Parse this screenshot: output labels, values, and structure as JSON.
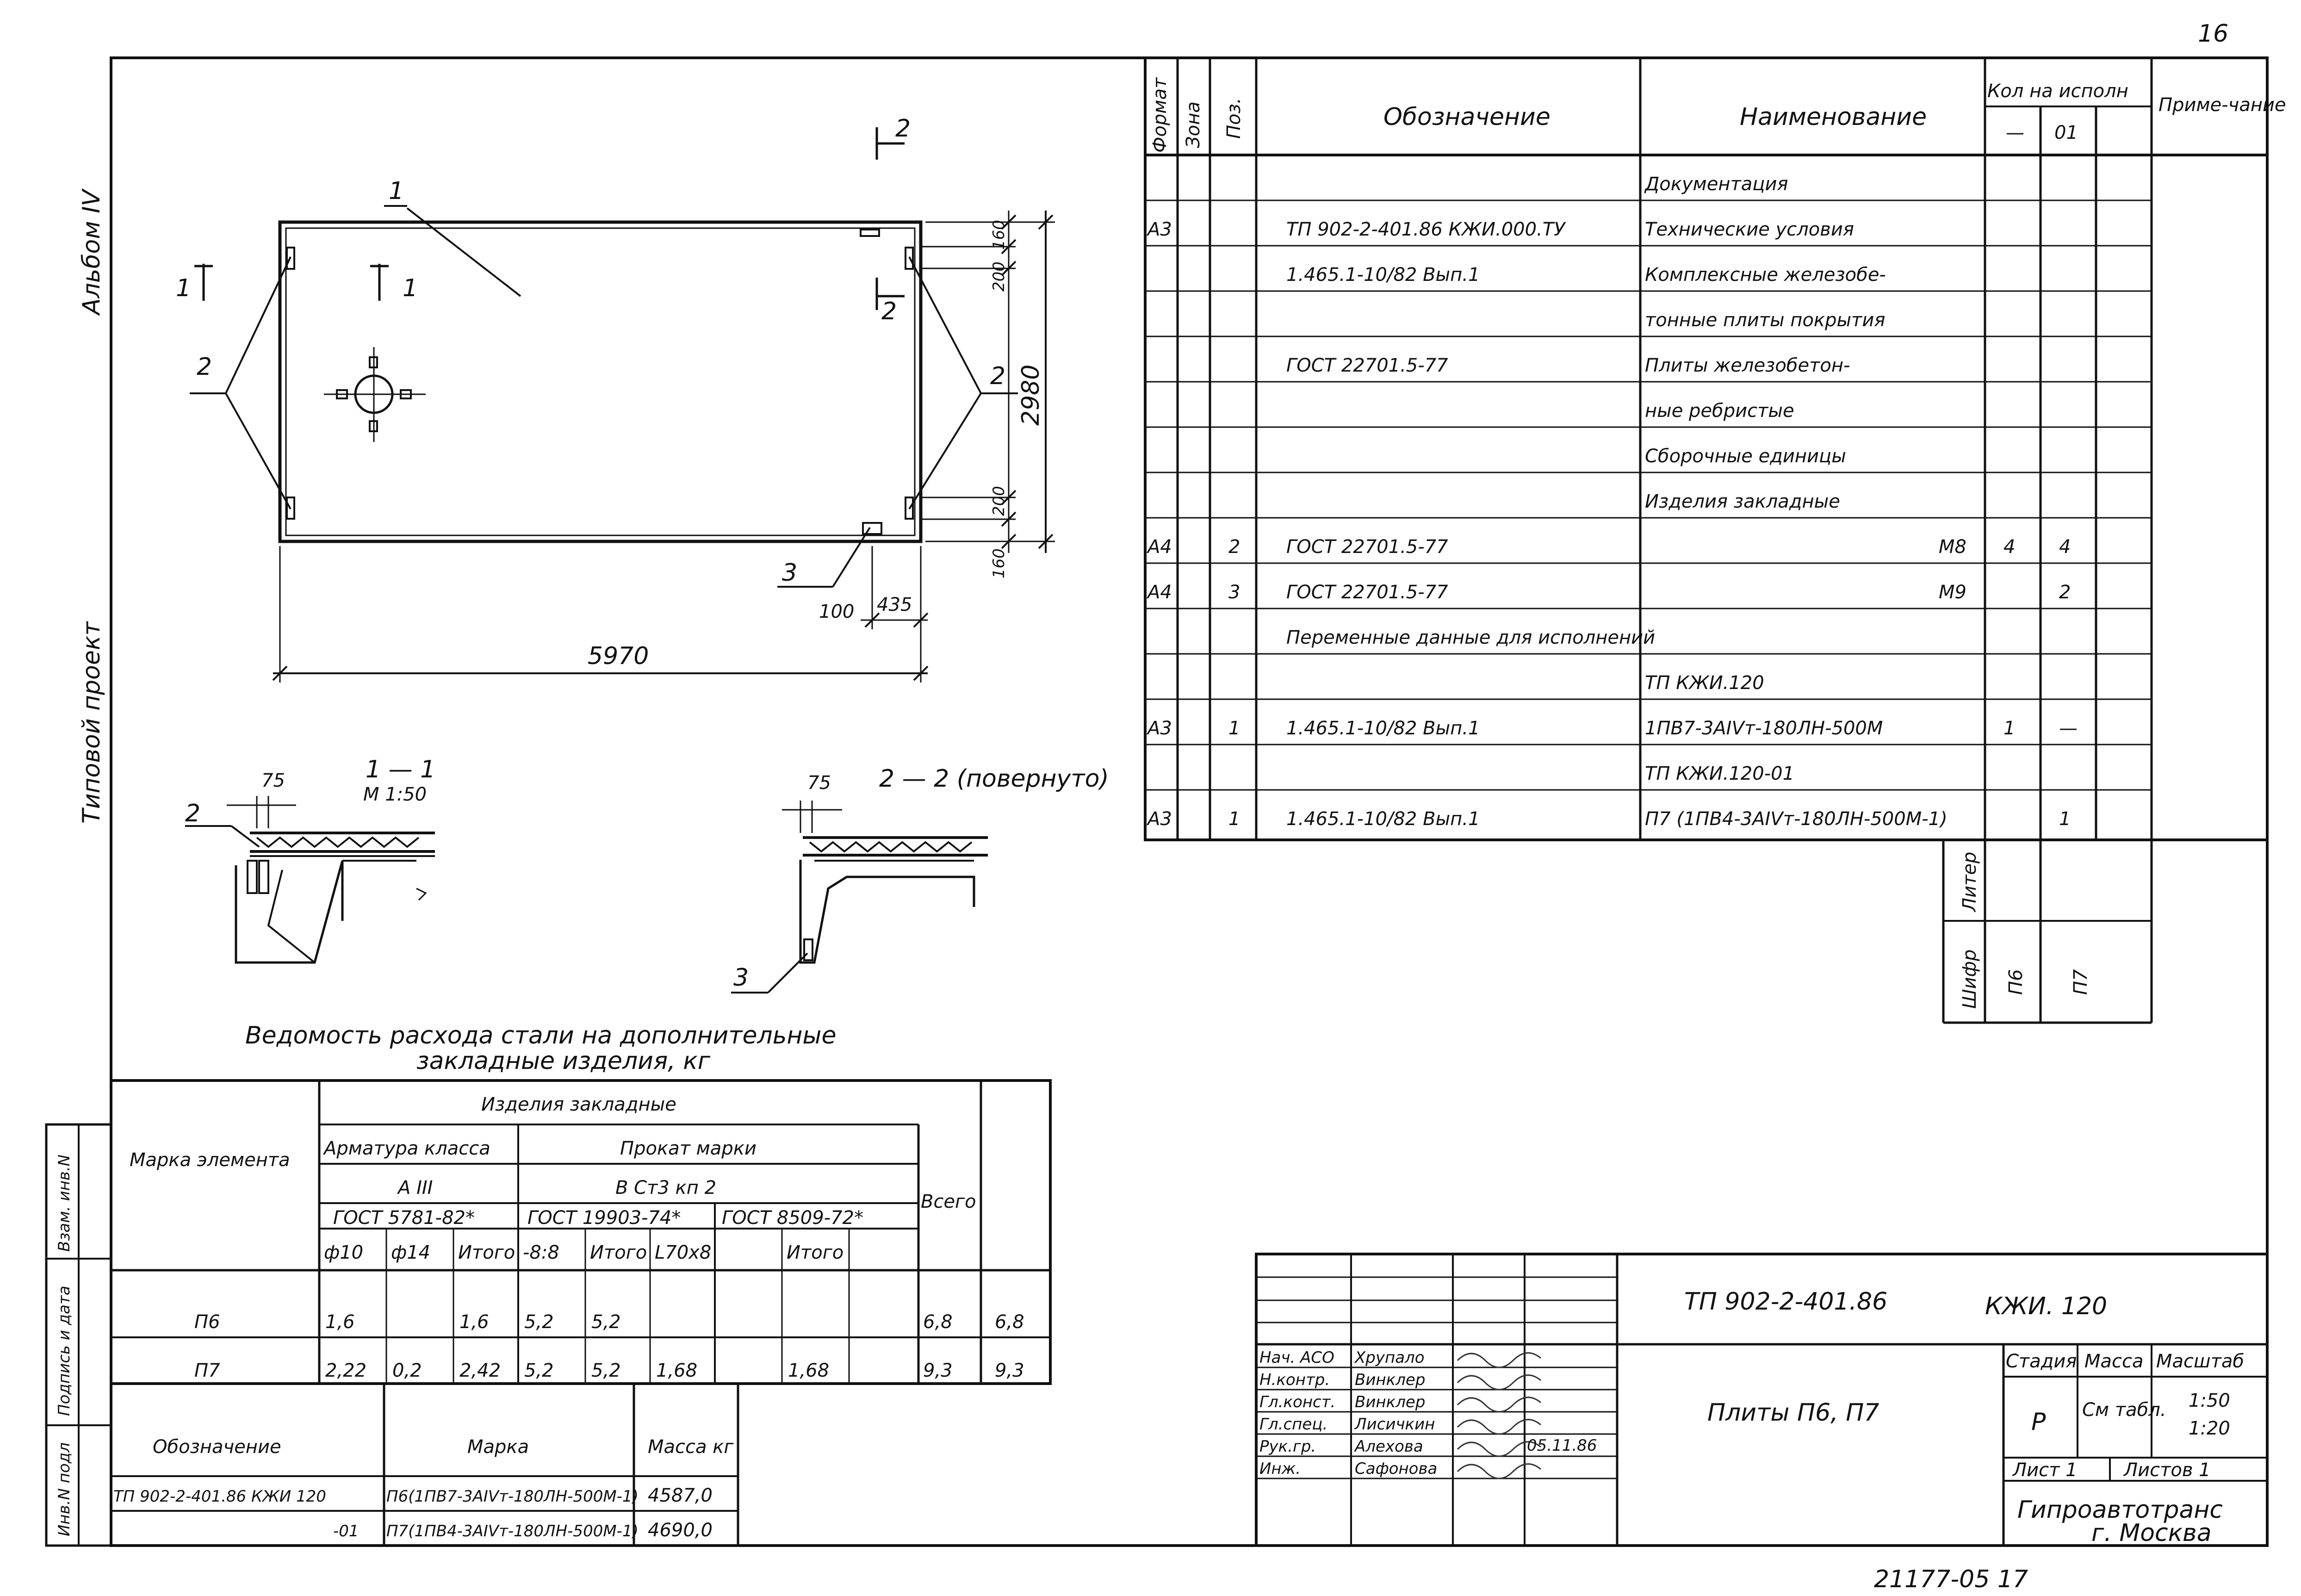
{
  "sheet_number": "16",
  "bottom_code": "21177-05  17",
  "left_margin": {
    "album": "Альбом IV",
    "project": "Типовой    проект",
    "cols": [
      "Инв.N подл",
      "Подпись и дата",
      "Взам. инв.N"
    ]
  },
  "plan": {
    "dim_total_length": "5970",
    "dim_total_width": "2980",
    "dim_160_top": "160",
    "dim_200_top": "200",
    "dim_200_bottom": "200",
    "dim_160_bottom": "160",
    "dim_100": "100",
    "dim_435": "435",
    "label_1": "1",
    "label_2_left": "2",
    "label_2_right": "2",
    "label_3": "3",
    "cut_1_left": "1",
    "cut_1_right": "1",
    "cut_2_top": "2",
    "cut_2_mid": "2"
  },
  "sections": {
    "s1_title": "1 — 1",
    "s1_scale": "М 1:50",
    "s1_dim": "75",
    "s1_label": "2",
    "s2_title": "2 — 2 (повернуто)",
    "s2_dim": "75",
    "s2_label": "3"
  },
  "spec": {
    "headers": {
      "format": "Формат",
      "zone": "Зона",
      "pos": "Поз.",
      "designation": "Обозначение",
      "name": "Наименование",
      "qty": "Кол на исполн",
      "qty_dash": "—",
      "qty_01": "01",
      "note": "Приме-чание"
    },
    "rows": [
      {
        "format": "",
        "pos": "",
        "designation": "",
        "name": "Документация",
        "q1": "",
        "q2": ""
      },
      {
        "format": "А3",
        "pos": "",
        "designation": "ТП 902-2-401.86     КЖИ.000.ТУ",
        "name": "Технические  условия",
        "q1": "",
        "q2": ""
      },
      {
        "format": "",
        "pos": "",
        "designation": "1.465.1-10/82 Вып.1",
        "name": "Комплексные железобе-",
        "q1": "",
        "q2": ""
      },
      {
        "format": "",
        "pos": "",
        "designation": "",
        "name": "тонные плиты покрытия",
        "q1": "",
        "q2": ""
      },
      {
        "format": "",
        "pos": "",
        "designation": "ГОСТ 22701.5-77",
        "name": "Плиты  железобетон-",
        "q1": "",
        "q2": ""
      },
      {
        "format": "",
        "pos": "",
        "designation": "",
        "name": "ные   ребристые",
        "q1": "",
        "q2": ""
      },
      {
        "format": "",
        "pos": "",
        "designation": "",
        "name": "Сборочные единицы",
        "q1": "",
        "q2": ""
      },
      {
        "format": "",
        "pos": "",
        "designation": "",
        "name": "Изделия   закладные",
        "q1": "",
        "q2": ""
      },
      {
        "format": "А4",
        "pos": "2",
        "designation": "ГОСТ 22701.5-77",
        "name": "М8",
        "q1": "4",
        "q2": "4"
      },
      {
        "format": "А4",
        "pos": "3",
        "designation": "ГОСТ 22701.5-77",
        "name": "М9",
        "q1": "",
        "q2": "2"
      },
      {
        "format": "",
        "pos": "",
        "designation": "Переменные  данные для  исполнений",
        "name": "",
        "q1": "",
        "q2": ""
      },
      {
        "format": "",
        "pos": "",
        "designation": "",
        "name": "ТП               КЖИ.120",
        "q1": "",
        "q2": ""
      },
      {
        "format": "А3",
        "pos": "1",
        "designation": "1.465.1-10/82 Вып.1",
        "name": "1ПВ7-3АIVт-180ЛН-500М",
        "q1": "1",
        "q2": "—"
      },
      {
        "format": "",
        "pos": "",
        "designation": "",
        "name": "ТП                     КЖИ.120-01",
        "q1": "",
        "q2": ""
      },
      {
        "format": "А3",
        "pos": "1",
        "designation": "1.465.1-10/82 Вып.1",
        "name": "П7 (1ПВ4-3АIVт-180ЛН-500М-1)",
        "q1": "",
        "q2": "1"
      }
    ],
    "liter": "Литер",
    "cipher": "Шифр",
    "cipher_p6": "П6",
    "cipher_p7": "П7"
  },
  "steel_table": {
    "title1": "Ведомость  расхода   стали на  дополнительные",
    "title2": "закладные     изделия, кг",
    "mark_header": "Марка элемента",
    "group": "Изделия     закладные",
    "arm": "Арматура класса",
    "arm_class": "А III",
    "arm_gost": "ГОСТ 5781-82*",
    "prokat": "Прокат   марки",
    "prokat_mark": "В Ст3 кп 2",
    "gost1": "ГОСТ 19903-74*",
    "gost2": "ГОСТ 8509-72*",
    "total": "Всего",
    "sub": [
      "ф10",
      "ф14",
      "Итого",
      "-8:8",
      "Итого",
      "L70х8",
      "",
      "Итого"
    ],
    "rows": [
      {
        "mark": "П6",
        "c": [
          "1,6",
          "",
          "1,6",
          "5,2",
          "5,2",
          "",
          "",
          "",
          "6,8"
        ],
        "all": "6,8"
      },
      {
        "mark": "П7",
        "c": [
          "2,22",
          "0,2",
          "2,42",
          "5,2",
          "5,2",
          "1,68",
          "",
          "1,68",
          "9,3"
        ],
        "all": "9,3"
      }
    ]
  },
  "mass_table": {
    "h_designation": "Обозначение",
    "h_mark": "Марка",
    "h_mass": "Масса кг",
    "rows": [
      {
        "designation": "ТП 902-2-401.86   КЖИ 120",
        "mark": "П6(1ПВ7-3АIVт-180ЛН-500М-1)",
        "mass": "4587,0"
      },
      {
        "designation": "-01",
        "mark": "П7(1ПВ4-3АIVт-180ЛН-500М-1)",
        "mass": "4690,0"
      }
    ]
  },
  "title_block": {
    "code": "ТП 902-2-401.86",
    "doc": "КЖИ. 120",
    "title": "Плиты  П6, П7",
    "stage_h": "Стадия",
    "mass_h": "Масса",
    "scale_h": "Масштаб",
    "stage": "Р",
    "mass": "См табл.",
    "scale1": "1:50",
    "scale2": "1:20",
    "sheet": "Лист 1",
    "sheets": "Листов 1",
    "org1": "Гипроавтотранс",
    "org2": "г. Москва",
    "people": [
      {
        "role": "Нач. АСО",
        "name": "Хрупало"
      },
      {
        "role": "Н.контр.",
        "name": "Винклер"
      },
      {
        "role": "Гл.конст.",
        "name": "Винклер"
      },
      {
        "role": "Гл.спец.",
        "name": "Лисичкин"
      },
      {
        "role": "Рук.гр.",
        "name": "Алехова"
      },
      {
        "role": "Инж.",
        "name": "Сафонова"
      }
    ],
    "sign_date": "05.11.86"
  }
}
